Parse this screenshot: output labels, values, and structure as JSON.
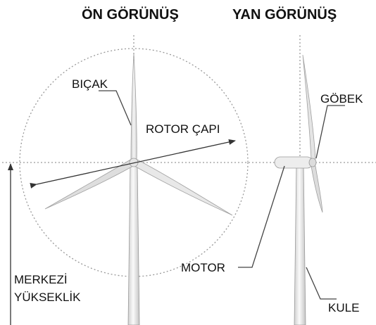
{
  "titles": {
    "front_view": "ÖN GÖRÜNÜŞ",
    "side_view": "YAN GÖRÜNÜŞ"
  },
  "labels": {
    "blade": "BIÇAK",
    "rotor_diameter": "ROTOR ÇAPI",
    "hub": "GÖBEK",
    "motor": "MOTOR",
    "hub_height_line1": "MERKEZİ",
    "hub_height_line2": "YÜKSEKLİK",
    "tower": "KULE"
  },
  "colors": {
    "turbine_light": "#f2f2f2",
    "turbine_shade": "#c8c8c8",
    "outline": "#9a9a9a",
    "guide": "#9a9a9a",
    "text": "#111111"
  }
}
